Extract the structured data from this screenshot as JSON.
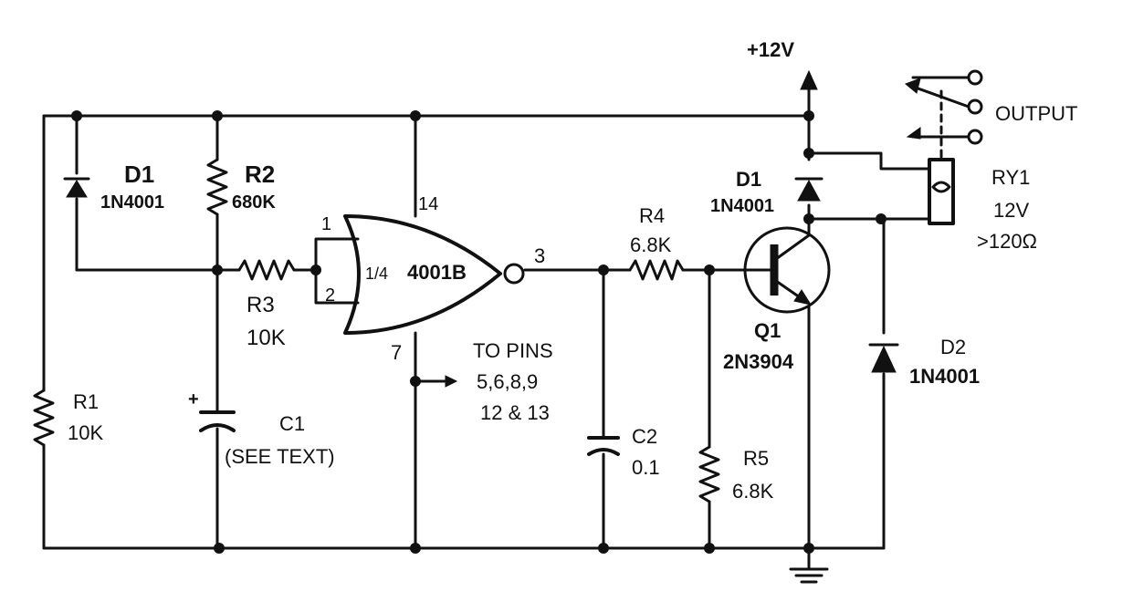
{
  "supply": {
    "label": "+12V"
  },
  "output": {
    "label": "OUTPUT"
  },
  "components": {
    "d1_left": {
      "ref": "D1",
      "value": "1N4001"
    },
    "r2": {
      "ref": "R2",
      "value": "680K"
    },
    "r3": {
      "ref": "R3",
      "value": "10K"
    },
    "r1": {
      "ref": "R1",
      "value": "10K"
    },
    "c1": {
      "ref": "C1",
      "value": "(SEE TEXT)",
      "polarity": "+"
    },
    "gate": {
      "fraction": "1/4",
      "part": "4001B",
      "pin_in1": "1",
      "pin_in2": "2",
      "pin_out": "3",
      "pin_vdd": "14",
      "pin_vss": "7"
    },
    "note": {
      "line1": "TO PINS",
      "line2": "5,6,8,9",
      "line3": "12 & 13"
    },
    "r4": {
      "ref": "R4",
      "value": "6.8K"
    },
    "c2": {
      "ref": "C2",
      "value": "0.1"
    },
    "r5": {
      "ref": "R5",
      "value": "6.8K"
    },
    "q1": {
      "ref": "Q1",
      "value": "2N3904"
    },
    "d1_right": {
      "ref": "D1",
      "value": "1N4001"
    },
    "ry1": {
      "ref": "RY1",
      "voltage": "12V",
      "resistance": ">120Ω"
    },
    "d2": {
      "ref": "D2",
      "value": "1N4001"
    }
  }
}
